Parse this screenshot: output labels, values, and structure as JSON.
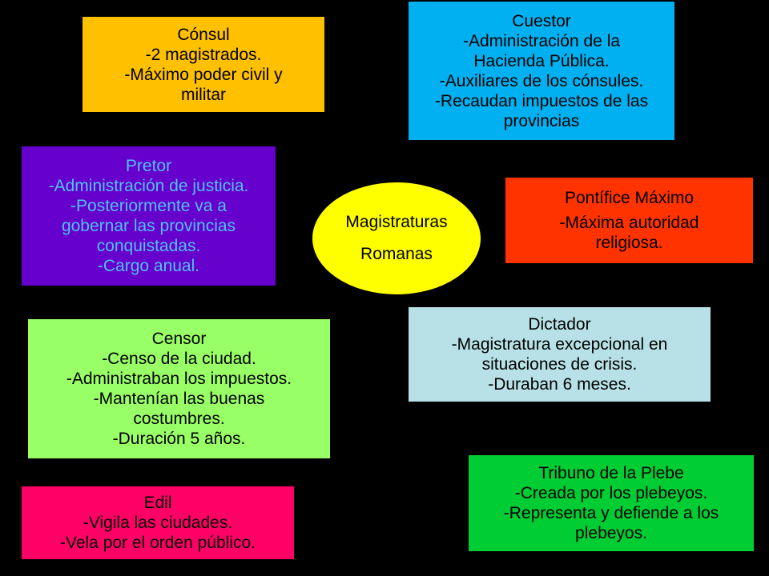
{
  "center": {
    "line1": "Magistraturas",
    "line2": "Romanas",
    "fill": "#FFFF00",
    "text_color": "#000000"
  },
  "boxes": {
    "consul": {
      "title": "Cónsul",
      "lines": [
        "-2 magistrados.",
        "-Máximo poder civil y",
        "militar"
      ],
      "fill": "#FFC000",
      "text_color": "#000000"
    },
    "cuestor": {
      "title": "Cuestor",
      "lines": [
        "-Administración de la",
        "Hacienda Pública.",
        "-Auxiliares de los cónsules.",
        "-Recaudan impuestos de las",
        "provincias"
      ],
      "fill": "#00B0F0",
      "text_color": "#000000"
    },
    "pretor": {
      "title": "Pretor",
      "lines": [
        "-Administración de justicia.",
        "-Posteriormente va a",
        "gobernar las provincias",
        "conquistadas.",
        "-Cargo anual."
      ],
      "fill": "#6600CC",
      "text_color": "#4FC3F7"
    },
    "pontifice": {
      "title": "Pontífice Máximo",
      "lines": [
        "-Máxima autoridad",
        "religiosa."
      ],
      "fill": "#FF3300",
      "text_color": "#000000"
    },
    "censor": {
      "title": "Censor",
      "lines": [
        "-Censo de la ciudad.",
        "-Administraban los impuestos.",
        "-Mantenían las buenas",
        "costumbres.",
        "-Duración 5 años."
      ],
      "fill": "#99FF66",
      "text_color": "#000000"
    },
    "dictador": {
      "title": "Dictador",
      "lines": [
        "-Magistratura excepcional en",
        "situaciones de crisis.",
        "-Duraban 6 meses."
      ],
      "fill": "#B7E1E6",
      "text_color": "#000000"
    },
    "tribuno": {
      "title": "Tribuno de la Plebe",
      "lines": [
        "-Creada por los plebeyos.",
        "-Representa y defiende a los",
        "plebeyos."
      ],
      "fill": "#00CC33",
      "text_color": "#000000"
    },
    "edil": {
      "title": "Edil",
      "lines": [
        "-Vigila las ciudades.",
        "-Vela por el orden público."
      ],
      "fill": "#FF0066",
      "text_color": "#000000"
    }
  }
}
